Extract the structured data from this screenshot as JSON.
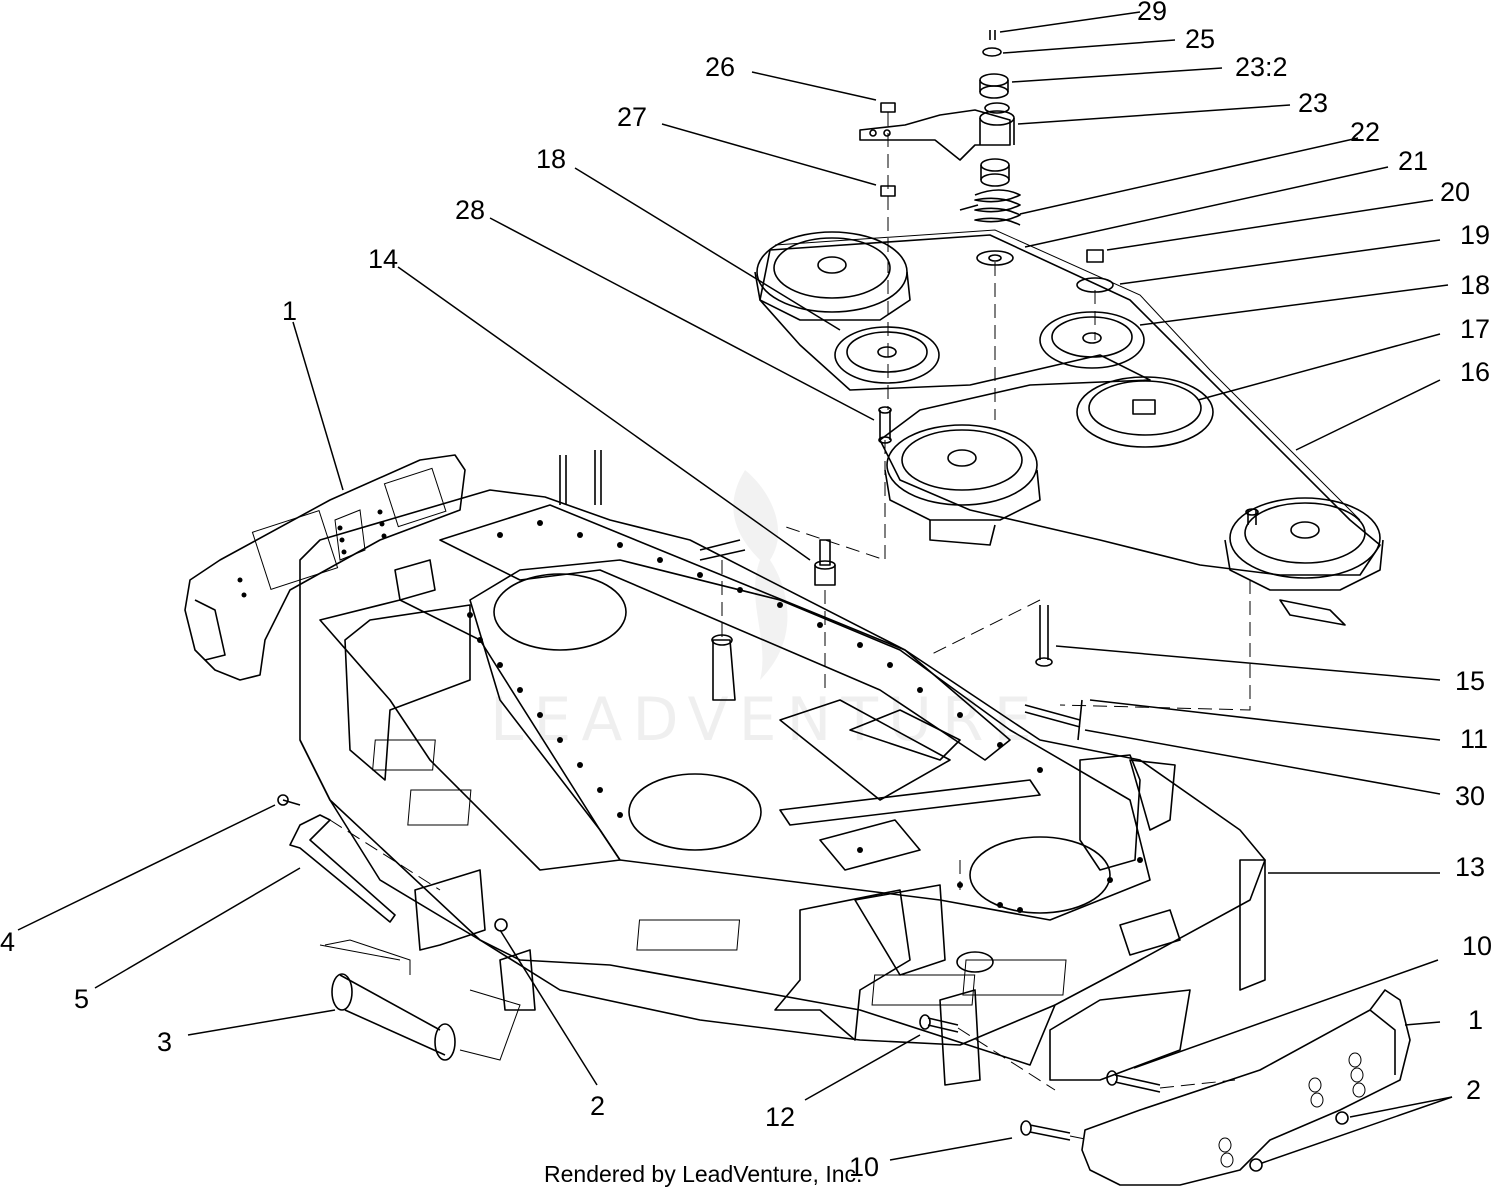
{
  "footer_text": "Rendered by LeadVenture, Inc.",
  "watermark_text": "LEADVENTURE",
  "callouts": [
    {
      "id": "c29",
      "label": "29"
    },
    {
      "id": "c25",
      "label": "25"
    },
    {
      "id": "c23b",
      "label": "23:2"
    },
    {
      "id": "c23",
      "label": "23"
    },
    {
      "id": "c26",
      "label": "26"
    },
    {
      "id": "c27",
      "label": "27"
    },
    {
      "id": "c22",
      "label": "22"
    },
    {
      "id": "c21",
      "label": "21"
    },
    {
      "id": "c18a",
      "label": "18"
    },
    {
      "id": "c20",
      "label": "20"
    },
    {
      "id": "c28",
      "label": "28"
    },
    {
      "id": "c19",
      "label": "19"
    },
    {
      "id": "c14",
      "label": "14"
    },
    {
      "id": "c18b",
      "label": "18"
    },
    {
      "id": "c1a",
      "label": "1"
    },
    {
      "id": "c17",
      "label": "17"
    },
    {
      "id": "c16",
      "label": "16"
    },
    {
      "id": "c15",
      "label": "15"
    },
    {
      "id": "c11",
      "label": "11"
    },
    {
      "id": "c30",
      "label": "30"
    },
    {
      "id": "c13",
      "label": "13"
    },
    {
      "id": "c4",
      "label": "4"
    },
    {
      "id": "c10a",
      "label": "10"
    },
    {
      "id": "c5",
      "label": "5"
    },
    {
      "id": "c1b",
      "label": "1"
    },
    {
      "id": "c3",
      "label": "3"
    },
    {
      "id": "c2a",
      "label": "2"
    },
    {
      "id": "c2b",
      "label": "2"
    },
    {
      "id": "c12",
      "label": "12"
    },
    {
      "id": "c10b",
      "label": "10"
    }
  ]
}
